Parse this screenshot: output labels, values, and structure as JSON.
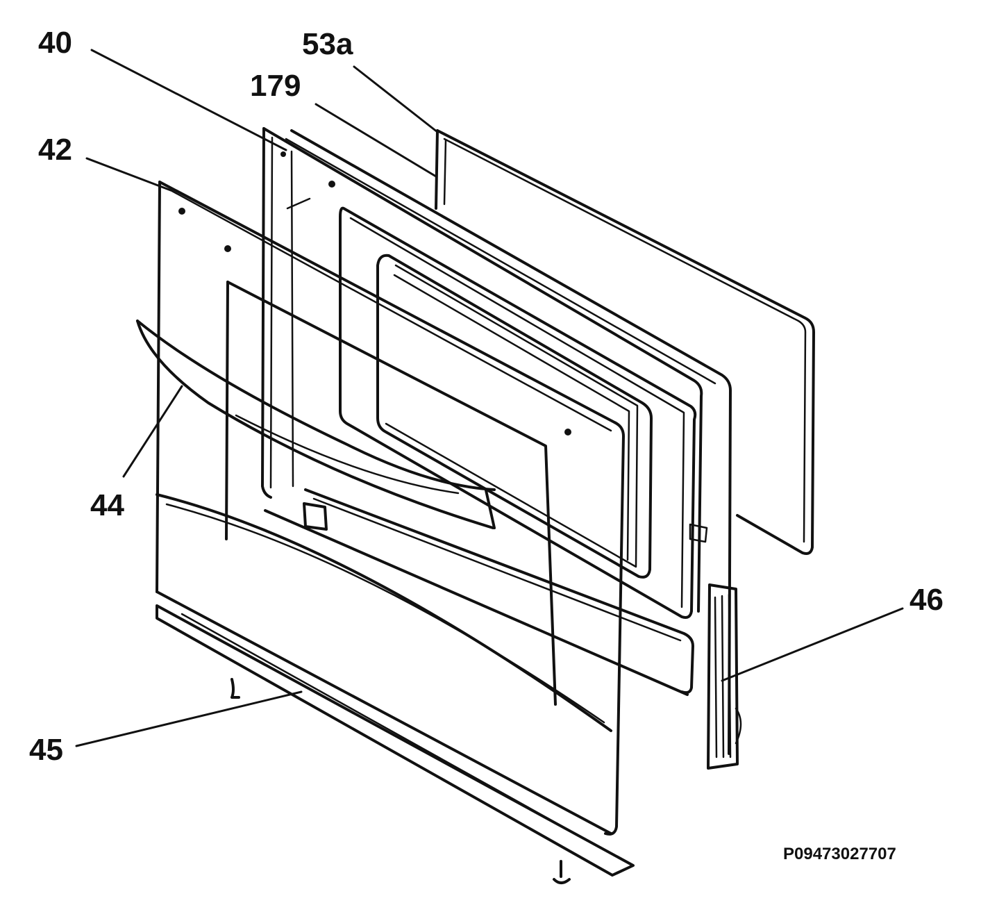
{
  "labels": {
    "part_40": "40",
    "part_53a": "53a",
    "part_179": "179",
    "part_42": "42",
    "part_44": "44",
    "part_46": "46",
    "part_45": "45"
  },
  "drawing_code": "P09473027707"
}
